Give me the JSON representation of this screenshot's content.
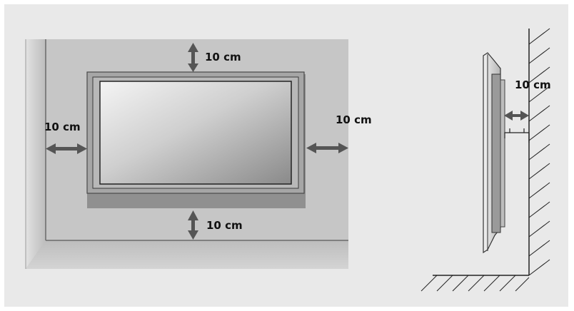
{
  "labels": {
    "top": "10 cm",
    "left": "10 cm",
    "right": "10 cm",
    "bottom": "10 cm",
    "side": "10 cm"
  },
  "colors": {
    "panel_bg": "#e9e9e9",
    "wall": "#c8c8c8",
    "wall_edge": "#555555",
    "arrow": "#555555",
    "frame": "#a4a4a4",
    "screen_light": "#f3f3f3",
    "screen_dark": "#8c8c8c",
    "line": "#222222"
  },
  "icons": {
    "clearance_arrow": "double-headed-arrow",
    "wall_hatch": "hatching-lines"
  }
}
